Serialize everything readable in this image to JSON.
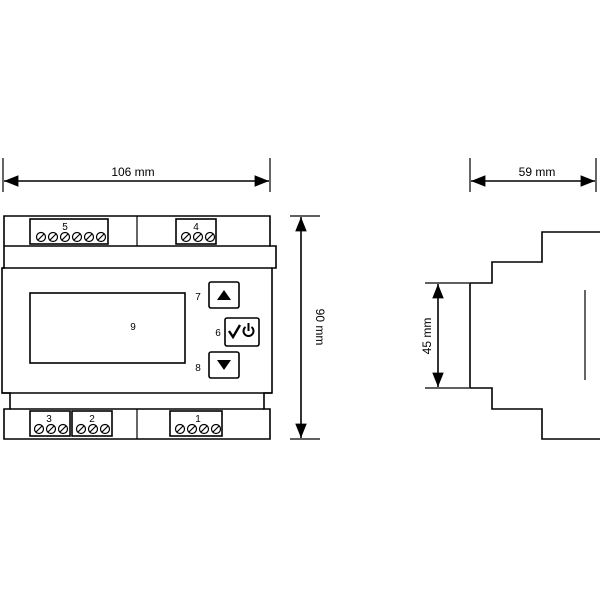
{
  "dimensions": {
    "width_label": "106 mm",
    "height_label": "90 mm",
    "depth_label": "59 mm",
    "front_height_label": "45 mm"
  },
  "terminals": {
    "t5": "5",
    "t4": "4",
    "t3": "3",
    "t2": "2",
    "t1": "1"
  },
  "controls": {
    "up_number": "7",
    "ok_number": "6",
    "down_number": "8",
    "display_number": "9"
  },
  "icons": {
    "up": "arrow-up-icon",
    "down": "arrow-down-icon",
    "ok": "check-power-icon"
  }
}
